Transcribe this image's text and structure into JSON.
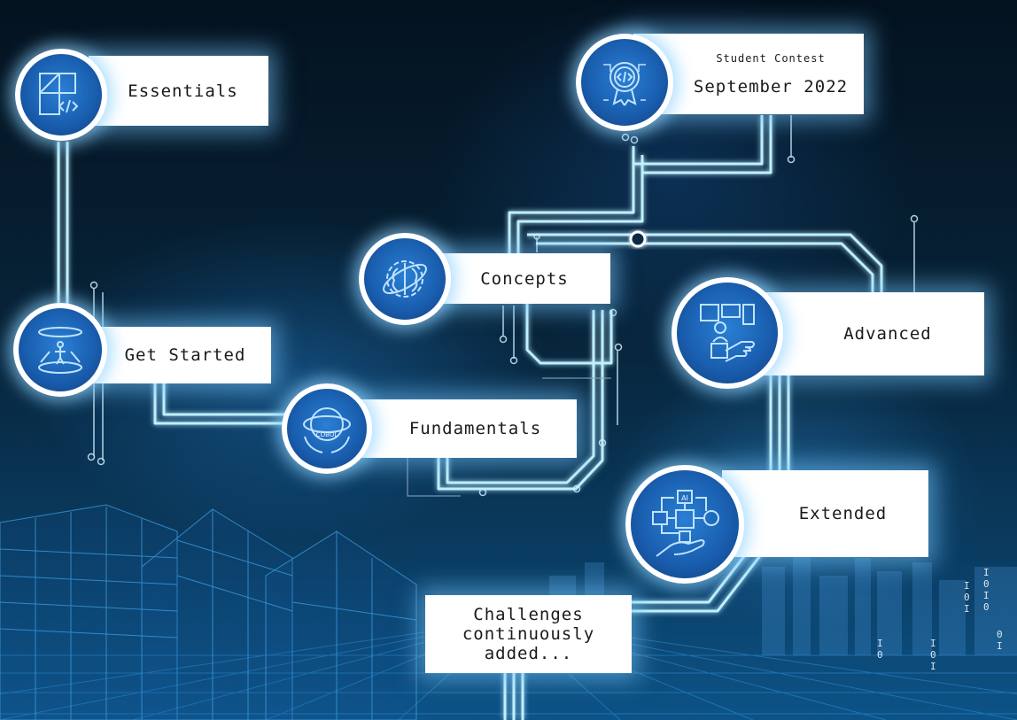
{
  "milestones": {
    "essentials": {
      "label": "Essentials",
      "icon": "code-blocks-icon"
    },
    "get_started": {
      "label": "Get Started",
      "icon": "portal-person-icon"
    },
    "fundamentals": {
      "label": "Fundamentals",
      "icon": "cobol-globe-hands-icon"
    },
    "concepts": {
      "label": "Concepts",
      "icon": "gear-brain-icon"
    },
    "student_contest": {
      "title": "Student Contest",
      "date": "September 2022",
      "icon": "award-ribbon-icon"
    },
    "advanced": {
      "label": "Advanced",
      "icon": "hand-dashboard-icon"
    },
    "extended": {
      "label": "Extended",
      "icon": "ai-network-hand-icon"
    },
    "challenges": {
      "line1": "Challenges",
      "line2": "continuously",
      "line3": "added..."
    }
  },
  "cobol_badge_text": "COBOL",
  "colors": {
    "circuit": "#8fe4ff",
    "glow": "#3aa8ff",
    "badge": "#1a5fb0",
    "label_bg": "#ffffff"
  }
}
